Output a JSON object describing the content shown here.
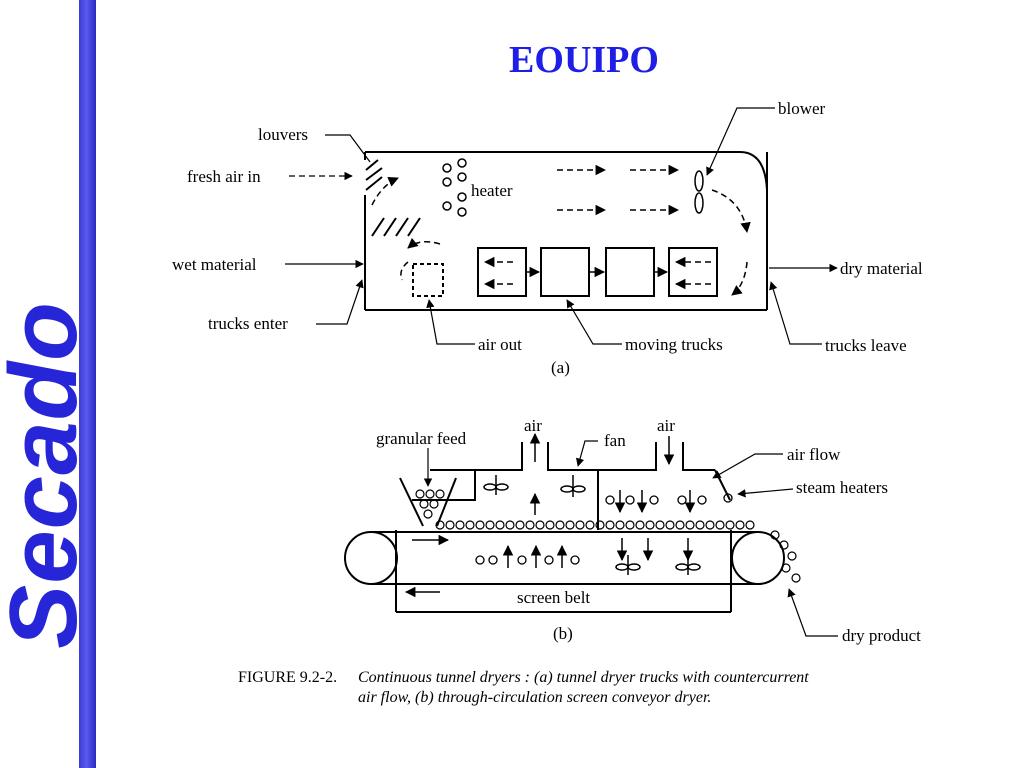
{
  "side_title": "Secado",
  "slide_title": "EOUIPO",
  "figure": {
    "part_a": {
      "louvers": "louvers",
      "fresh_air_in": "fresh air in",
      "heater": "heater",
      "blower": "blower",
      "wet_material": "wet material",
      "dry_material": "dry material",
      "trucks_enter": "trucks enter",
      "air_out": "air out",
      "moving_trucks": "moving trucks",
      "trucks_leave": "trucks leave",
      "label": "(a)"
    },
    "part_b": {
      "granular_feed": "granular feed",
      "air_left": "air",
      "air_right": "air",
      "fan": "fan",
      "air_flow": "air flow",
      "steam_heaters": "steam heaters",
      "screen_belt": "screen belt",
      "dry_product": "dry product",
      "label": "(b)"
    },
    "caption_prefix": "FIGURE 9.2-2.",
    "caption_line1": "Continuous tunnel dryers : (a) tunnel dryer trucks with countercurrent",
    "caption_line2": "air flow, (b) through-circulation screen conveyor dryer."
  }
}
